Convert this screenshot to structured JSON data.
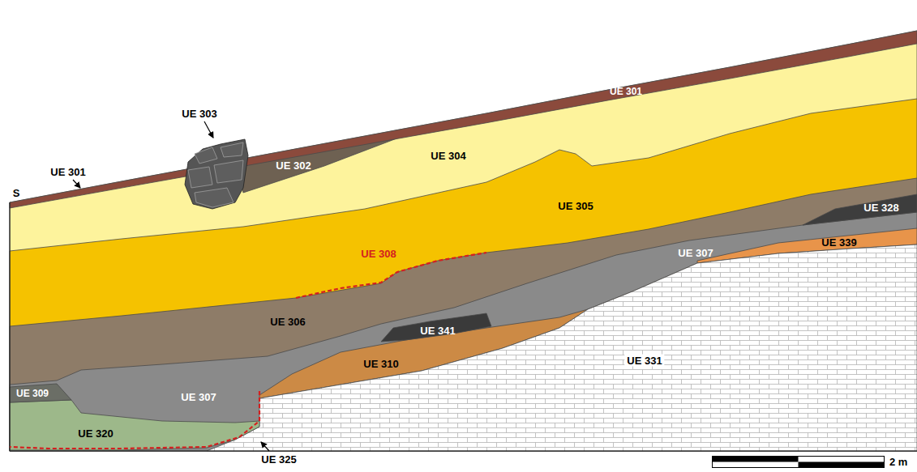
{
  "diagram": {
    "nodes": [
      {
        "text": [
          "UE 301",
          "UE 301"
        ]
      },
      {
        "text": [
          "UE 303"
        ]
      },
      {
        "text": [
          "UE 302"
        ]
      },
      {
        "text": [
          "UE 304"
        ]
      },
      {
        "text": [
          "UE 305"
        ]
      },
      {
        "text": [
          "UE 306"
        ]
      },
      {
        "text": [
          "UE 328"
        ]
      },
      {
        "text": [
          "UE 307",
          "UE 307"
        ]
      },
      {
        "text": [
          "UE 339"
        ]
      },
      {
        "text": [
          "UE 341"
        ]
      },
      {
        "text": [
          "UE 310"
        ]
      },
      {
        "text": [
          "UE 331"
        ]
      },
      {
        "text": [
          "UE 309"
        ]
      },
      {
        "text": [
          "UE 320"
        ]
      }
    ],
    "labels": [
      "S",
      "UE 308",
      "UE 325",
      "2 m"
    ]
  }
}
